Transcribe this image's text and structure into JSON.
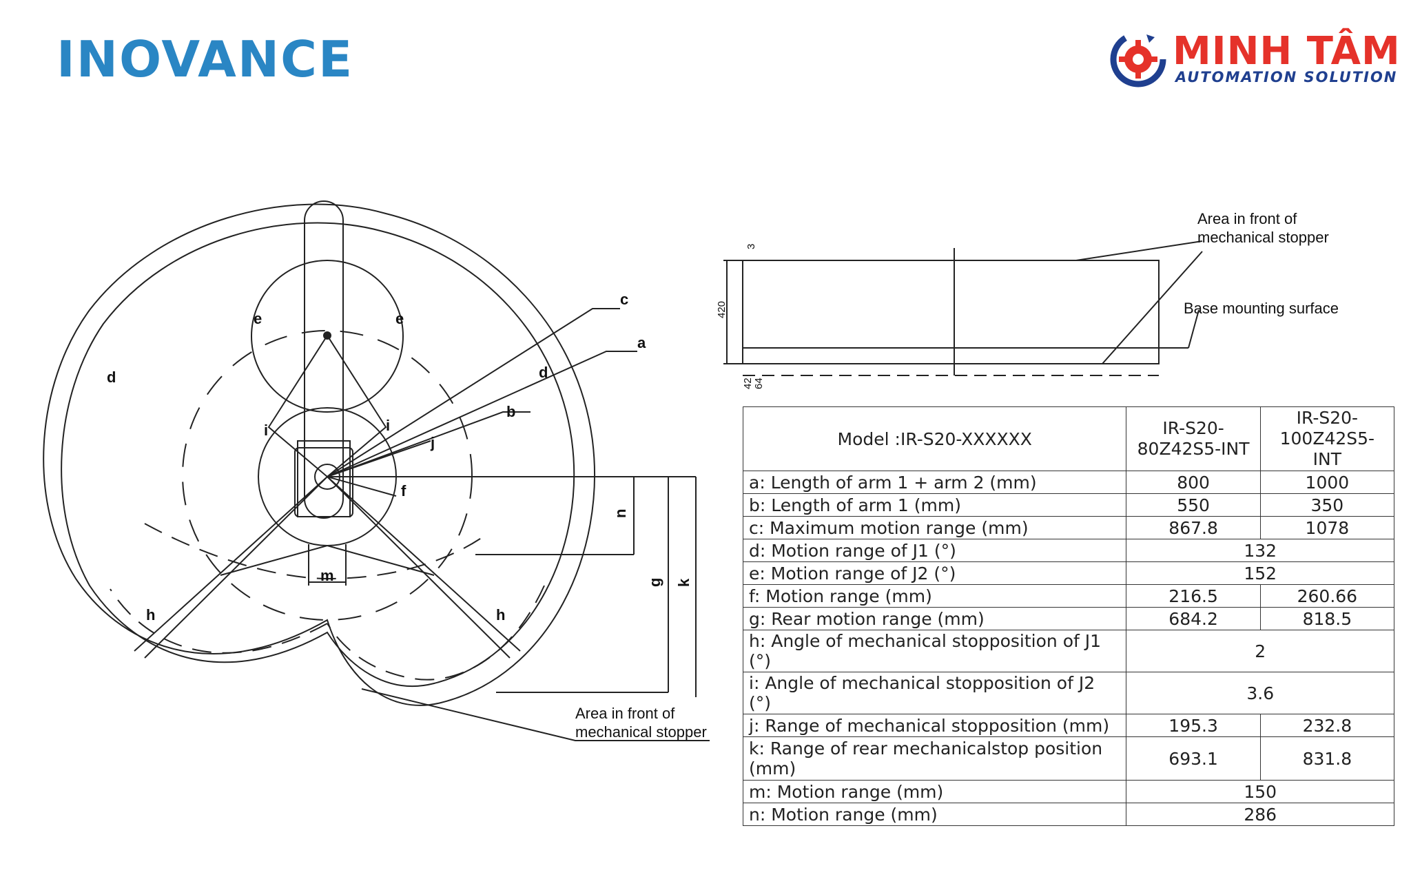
{
  "brand_left": "INOVANCE",
  "brand_right": {
    "name": "MINH TÂM",
    "tagline": "AUTOMATION SOLUTION",
    "accent": "#e5322a",
    "secondary": "#1f3f8f"
  },
  "brand_left_color": "#2a86c4",
  "plan_view": {
    "labels": {
      "a": "a",
      "b": "b",
      "c": "c",
      "d": "d",
      "e": "e",
      "f": "f",
      "g": "g",
      "h": "h",
      "i": "i",
      "j": "j",
      "k": "k",
      "m": "m",
      "n": "n"
    },
    "callout_line1": "Area in front of",
    "callout_line2": "mechanical stopper"
  },
  "side_view": {
    "callout1_line1": "Area in front of",
    "callout1_line2": "mechanical stopper",
    "callout2": "Base mounting surface",
    "dims": {
      "top": "3",
      "height": "420",
      "b1": "42",
      "b2": "64"
    }
  },
  "table": {
    "header": {
      "model": "Model :IR-S20-XXXXXX",
      "col1_l1": "IR-S20-",
      "col1_l2": "80Z42S5-INT",
      "col2_l1": "IR-S20-",
      "col2_l2": "100Z42S5-INT"
    },
    "rows": [
      {
        "label": "a: Length of arm 1 + arm 2 (mm)",
        "v1": "800",
        "v2": "1000"
      },
      {
        "label": "b: Length of arm 1 (mm)",
        "v1": "550",
        "v2": "350"
      },
      {
        "label": "c: Maximum motion range (mm)",
        "v1": "867.8",
        "v2": "1078"
      },
      {
        "label": "d: Motion range of J1 (°)",
        "v": "132"
      },
      {
        "label": "e: Motion range of J2 (°)",
        "v": "152"
      },
      {
        "label": "f: Motion range (mm)",
        "v1": "216.5",
        "v2": "260.66"
      },
      {
        "label": "g: Rear motion range (mm)",
        "v1": "684.2",
        "v2": "818.5"
      },
      {
        "label": "h: Angle of mechanical stopposition of J1 (°)",
        "v": "2"
      },
      {
        "label": "i: Angle of mechanical stopposition of J2 (°)",
        "v": "3.6"
      },
      {
        "label": "j: Range of mechanical stopposition (mm)",
        "v1": "195.3",
        "v2": "232.8"
      },
      {
        "label": "k: Range of rear mechanicalstop position (mm)",
        "v1": "693.1",
        "v2": "831.8"
      },
      {
        "label": "m: Motion range (mm)",
        "v": "150"
      },
      {
        "label": "n: Motion range (mm)",
        "v": "286"
      }
    ]
  }
}
